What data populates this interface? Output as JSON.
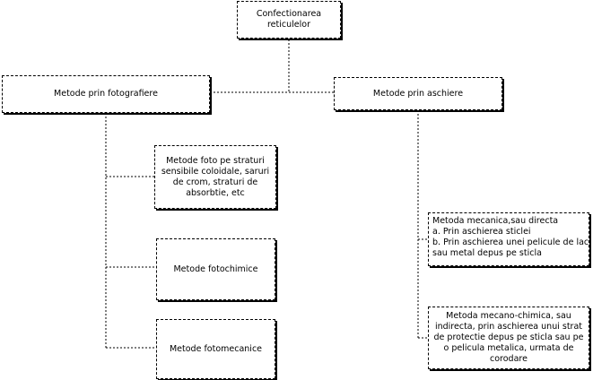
{
  "diagram": {
    "root": {
      "label_lines": [
        "Confectionarea",
        "reticulelor"
      ]
    },
    "branch_foto": {
      "label": "Metode prin fotografiere",
      "children": [
        {
          "label_lines": [
            "Metode foto pe straturi",
            "sensibile coloidale, saruri",
            "de crom, straturi de",
            "absorbtie, etc"
          ]
        },
        {
          "label_lines": [
            "Metode fotochimice"
          ]
        },
        {
          "label_lines": [
            "Metode fotomecanice"
          ]
        }
      ]
    },
    "branch_aschiere": {
      "label": "Metode prin aschiere",
      "children": [
        {
          "label_lines": [
            "Metoda mecanica,sau directa",
            "a. Prin aschierea sticlei",
            "b. Prin aschierea unei pelicule de lac",
            "sau metal depus pe sticla"
          ]
        },
        {
          "label_lines": [
            "Metoda mecano-chimica, sau",
            "indirecta, prin aschierea unui strat",
            "de protectie depus pe sticla sau pe",
            "o pelicula metalica, urmata de",
            "corodare"
          ]
        }
      ]
    }
  }
}
